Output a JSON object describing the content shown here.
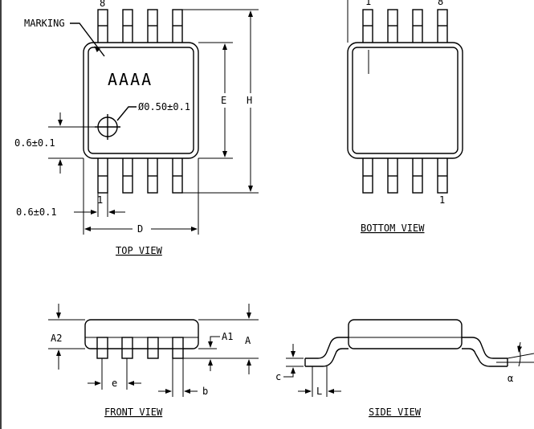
{
  "top_view": {
    "title": "TOP VIEW",
    "marking_label": "MARKING",
    "marking_text": "AAAA",
    "pin_marker_top": "8",
    "pin1_label": "1",
    "hole_dim": "Ø0.50±0.1",
    "hole_offset_dim": "0.6±0.1",
    "pin_offset_dim": "0.6±0.1",
    "dim_E": "E",
    "dim_H": "H",
    "dim_D": "D"
  },
  "bottom_view": {
    "title": "BOTTOM VIEW",
    "pin1_label": "1",
    "pin8_label": "8",
    "corner_mark": "1"
  },
  "front_view": {
    "title": "FRONT VIEW",
    "dim_A2": "A2",
    "dim_A1": "A1",
    "dim_A": "A",
    "dim_e": "e",
    "dim_b": "b"
  },
  "side_view": {
    "title": "SIDE VIEW",
    "dim_c": "c",
    "dim_L": "L",
    "dim_alpha": "α"
  }
}
